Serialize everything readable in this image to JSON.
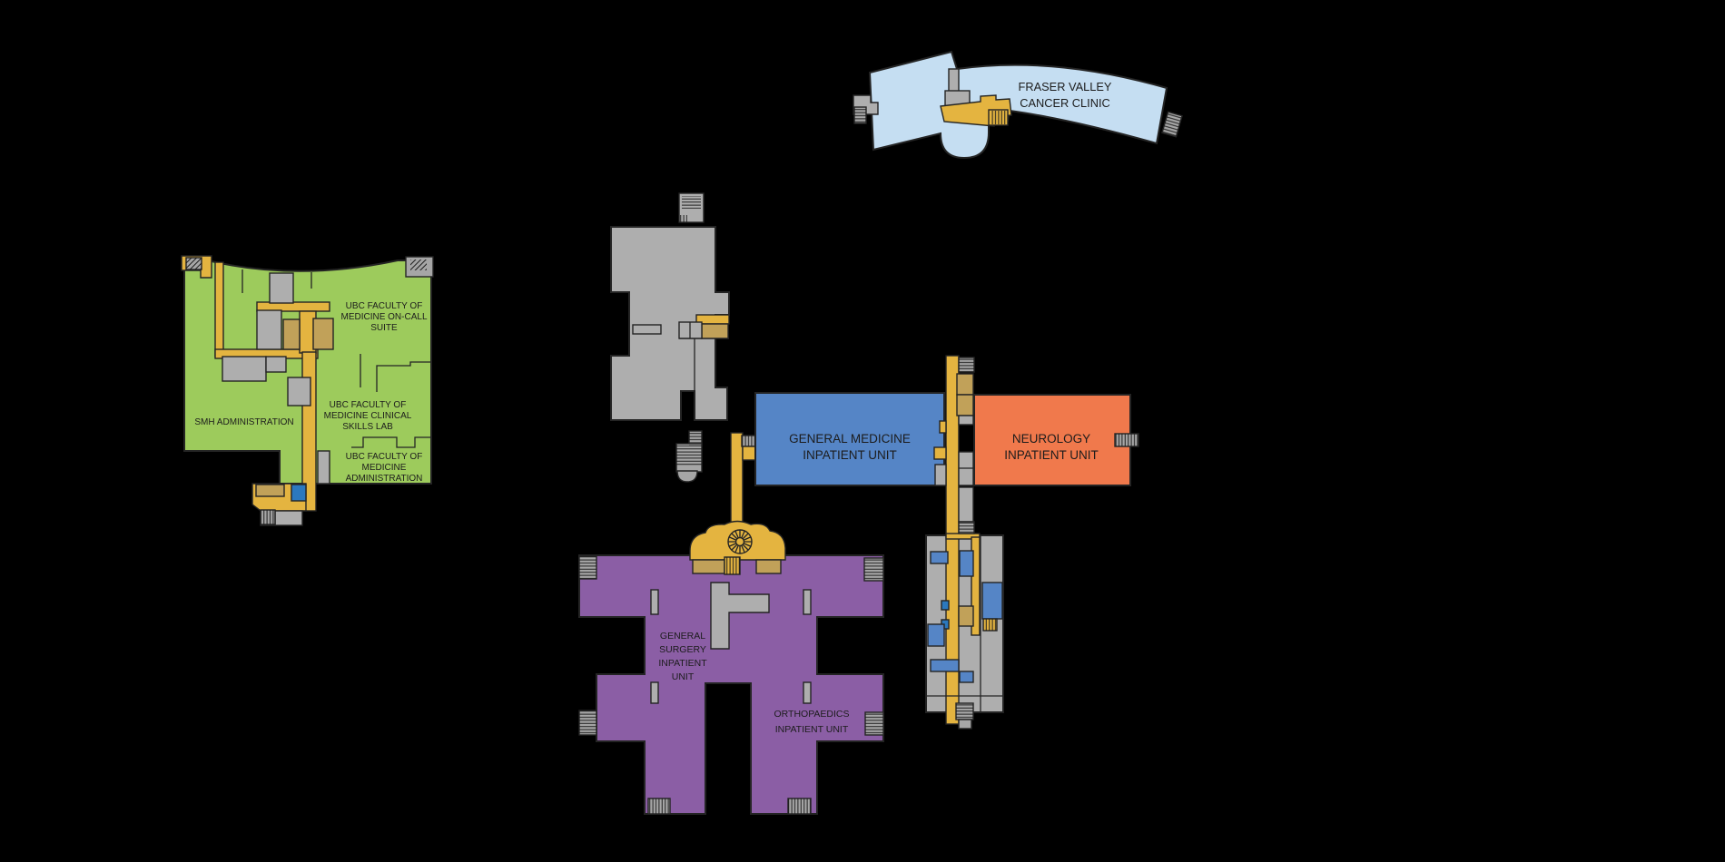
{
  "labels": {
    "fvcc": [
      "FRASER VALLEY",
      "CANCER CLINIC"
    ],
    "oncall": [
      "UBC FACULTY OF",
      "MEDICINE ON-CALL",
      "SUITE"
    ],
    "smh": [
      "SMH ADMINISTRATION"
    ],
    "skills": [
      "UBC FACULTY OF",
      "MEDICINE CLINICAL",
      "SKILLS LAB"
    ],
    "medadmin": [
      "UBC FACULTY OF",
      "MEDICINE",
      "ADMINISTRATION"
    ],
    "genmed": [
      "GENERAL MEDICINE",
      "INPATIENT UNIT"
    ],
    "neuro": [
      "NEUROLOGY",
      "INPATIENT UNIT"
    ],
    "gensurg": [
      "GENERAL",
      "SURGERY",
      "INPATIENT",
      "UNIT"
    ],
    "ortho": [
      "ORTHOPAEDICS",
      "INPATIENT UNIT"
    ]
  },
  "icons": {
    "stairs": "stairs-icon",
    "spiral_stair": "spiral-stair-icon"
  },
  "colors": {
    "background": "#000000",
    "clinic_blue": "#c5def2",
    "green": "#9dcb5c",
    "corridor_yellow": "#e4b440",
    "room_tan": "#c1a159",
    "room_gray": "#aeaeae",
    "stair_gray": "#a6a6a6",
    "unit_blue": "#5585c6",
    "unit_orange": "#f0794c",
    "unit_purple": "#8b5ea5",
    "accent_blue": "#2b78be",
    "outline_dark": "#242424",
    "label_ink": "#1c1c1c"
  }
}
